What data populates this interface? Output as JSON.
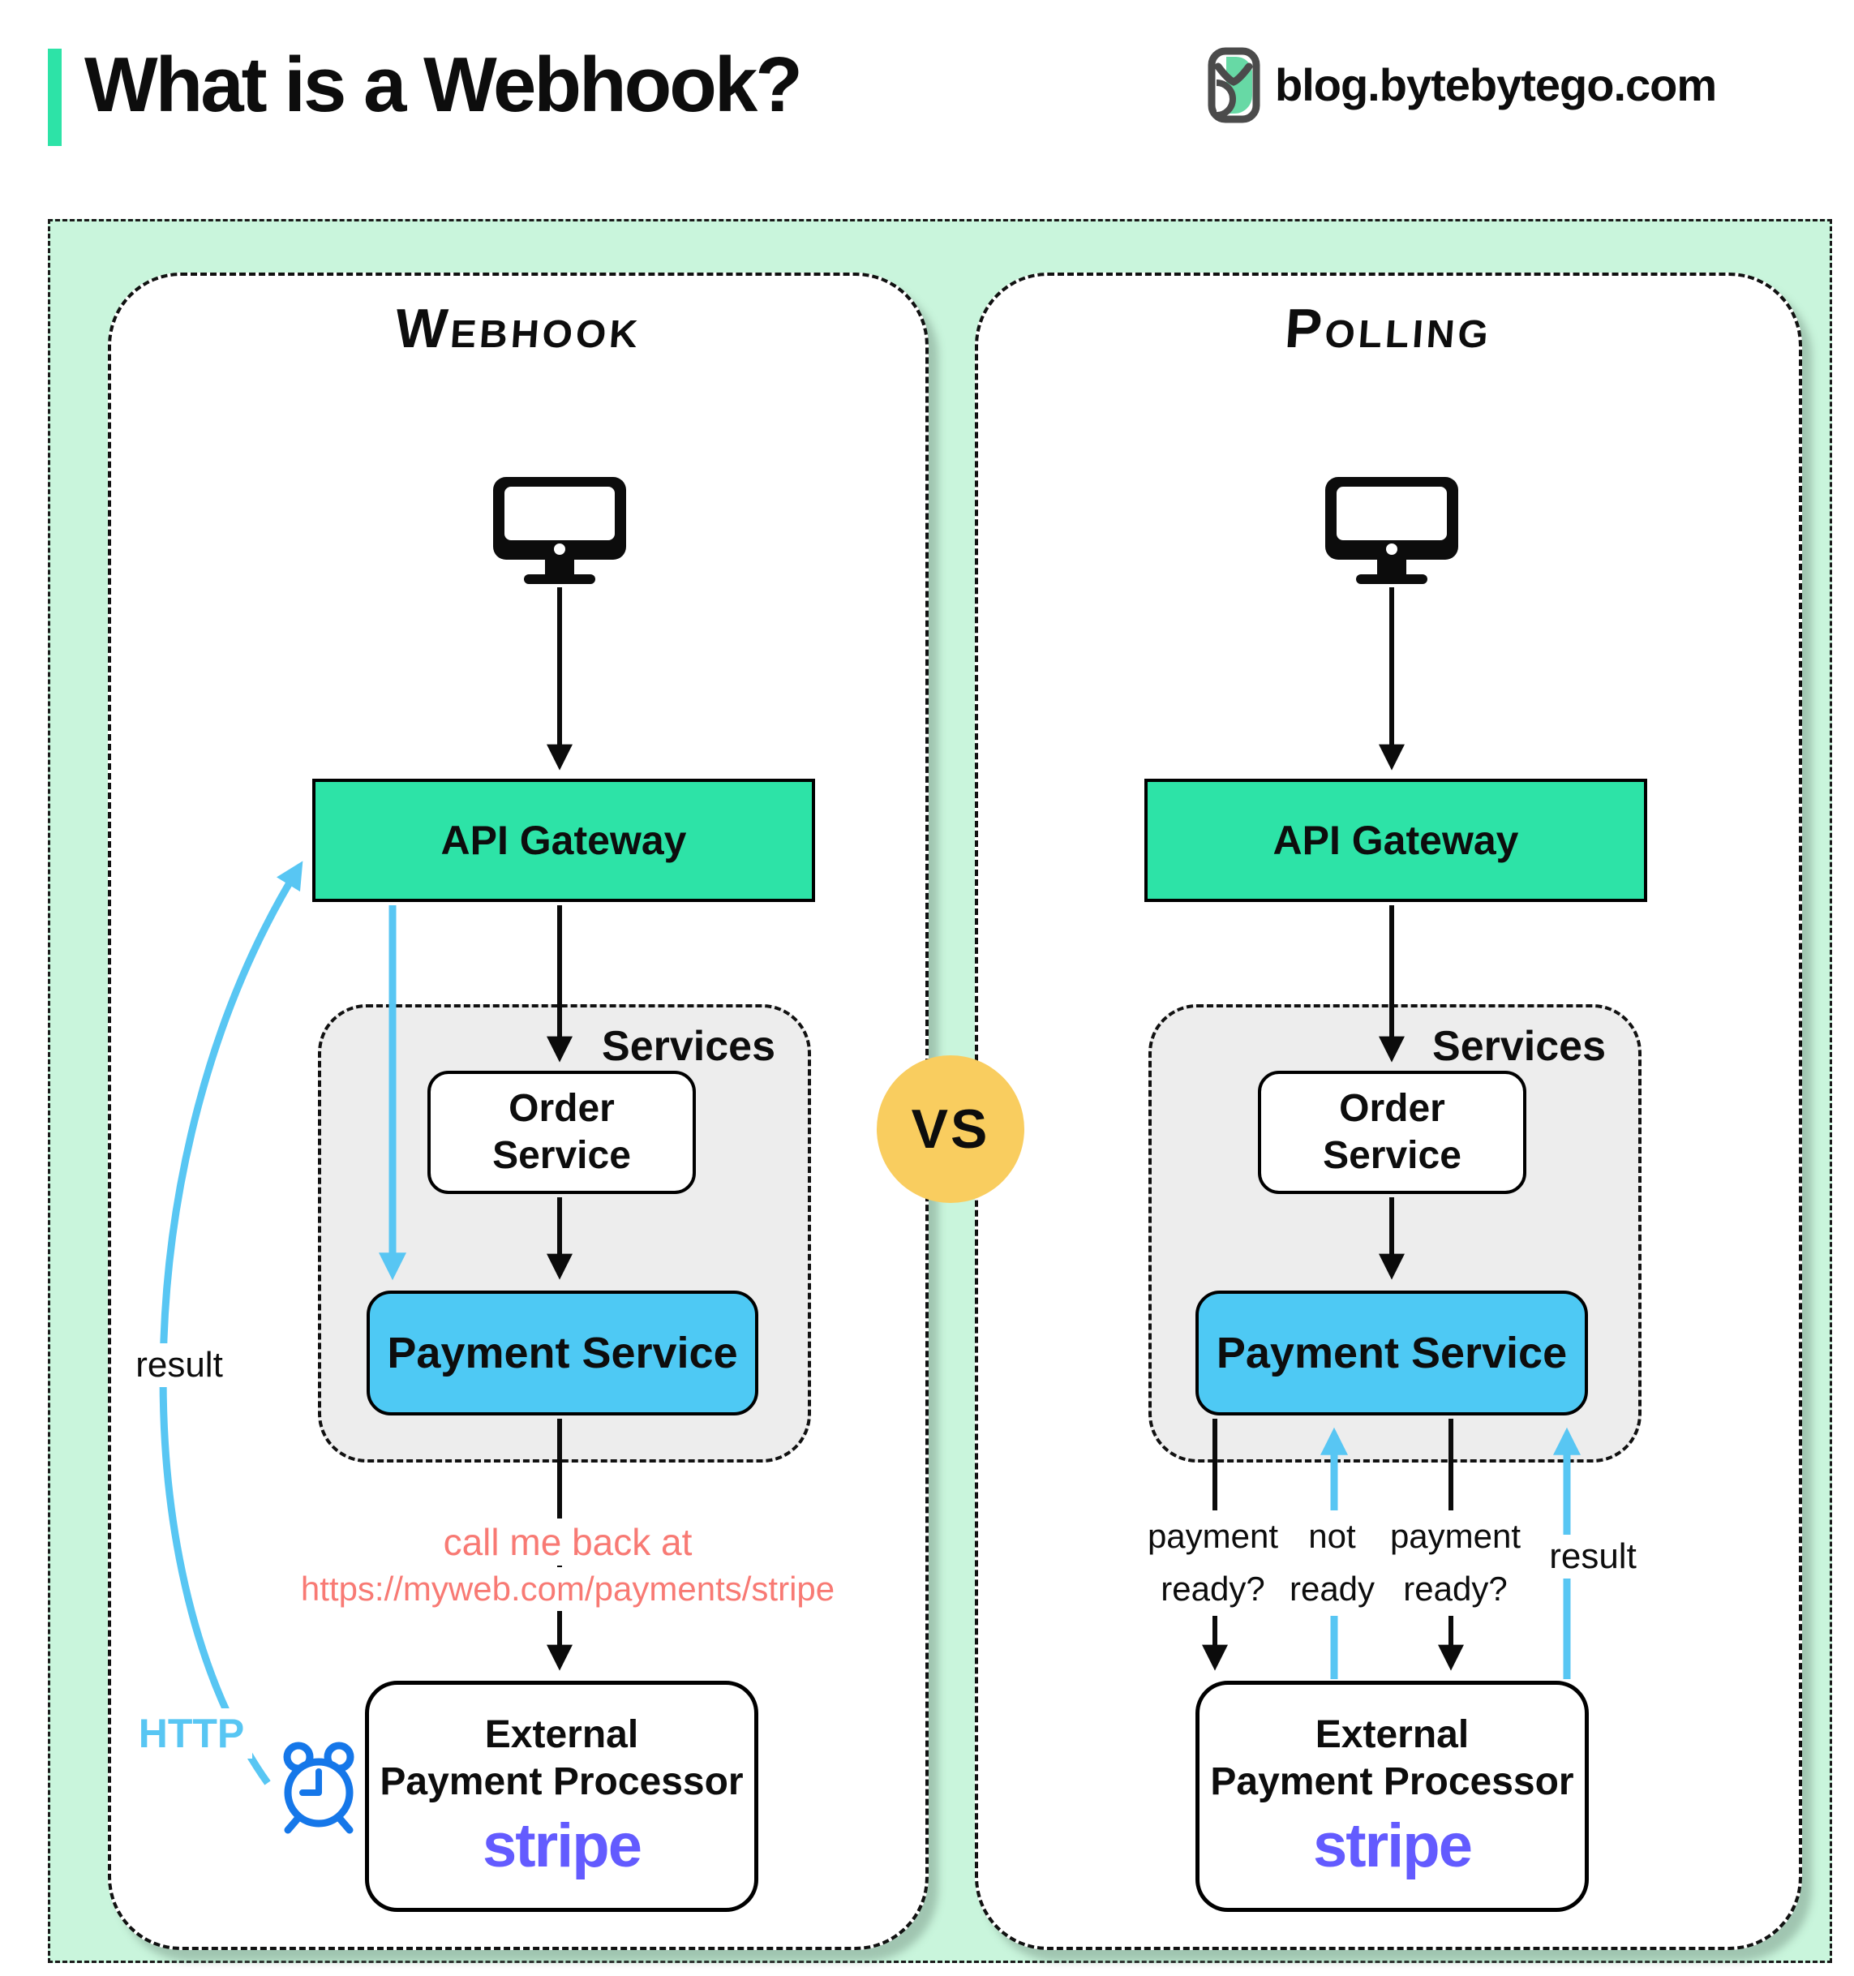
{
  "header": {
    "title": "What is a Webhook?",
    "site": "blog.bytebytego.com"
  },
  "vs_label": "VS",
  "colors": {
    "accent_teal": "#2DE3A7",
    "mint_background": "#C9F5DC",
    "payment_blue": "#4EC9F4",
    "arrow_blue": "#58C6F3",
    "clock_blue": "#1577E9",
    "callback_salmon": "#F87A74",
    "stripe_purple": "#635BFF",
    "vs_yellow": "#F9CD5F",
    "services_gray": "#EDEDED"
  },
  "webhook": {
    "title": "Webhook",
    "api_gateway": "API Gateway",
    "services_label": "Services",
    "order_service": "Order Service",
    "payment_service": "Payment Service",
    "callback_line1": "call me back at",
    "callback_line2": "https://myweb.com/payments/stripe",
    "result_label": "result",
    "http_label": "HTTP",
    "processor_line1": "External",
    "processor_line2": "Payment Processor",
    "processor_brand": "stripe"
  },
  "polling": {
    "title": "Polling",
    "api_gateway": "API Gateway",
    "services_label": "Services",
    "order_service": "Order Service",
    "payment_service": "Payment Service",
    "query1_line1": "payment",
    "query1_line2": "ready?",
    "response1_line1": "not",
    "response1_line2": "ready",
    "query2_line1": "payment",
    "query2_line2": "ready?",
    "result_label": "result",
    "processor_line1": "External",
    "processor_line2": "Payment Processor",
    "processor_brand": "stripe"
  }
}
